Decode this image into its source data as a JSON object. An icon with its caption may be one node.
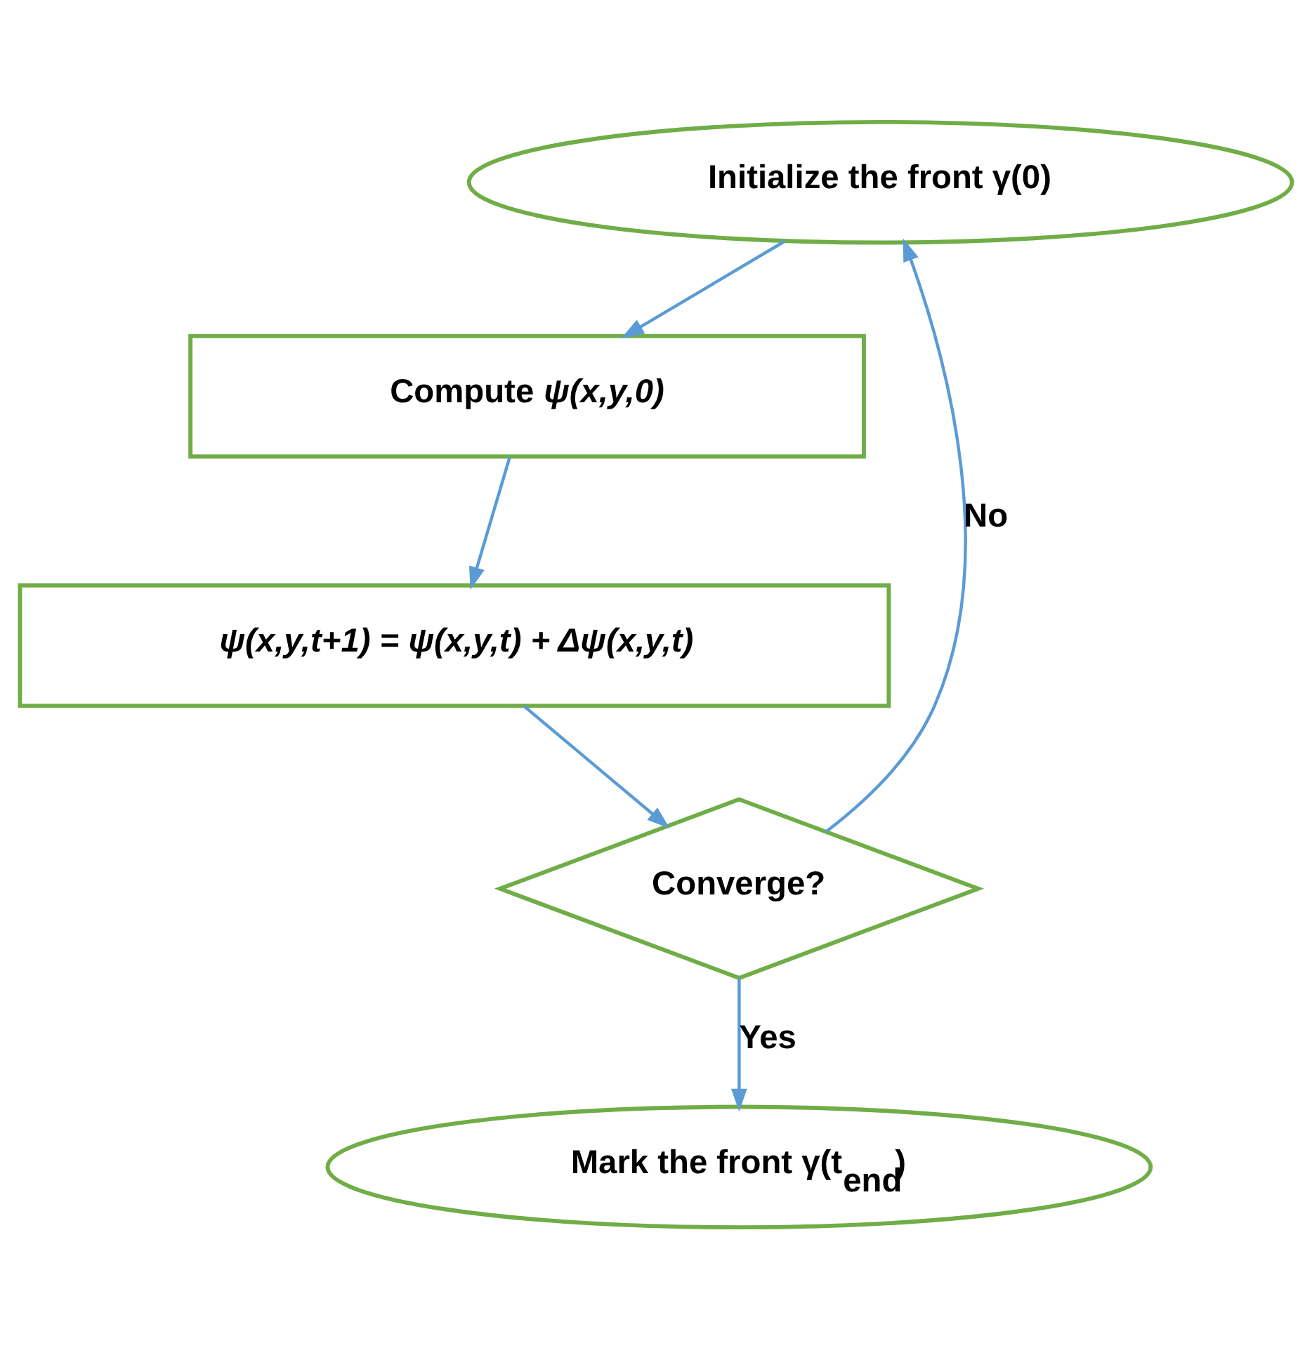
{
  "diagram": {
    "nodes": [
      {
        "text": [
          "Initialize the front γ(0)"
        ]
      },
      {
        "text": [
          "Compute *ψ(x,y,0)*"
        ]
      },
      {
        "text": [
          "ψ(x,y,t+1) = ψ(x,y,t) + Δψ(x,y,t)"
        ]
      },
      {
        "text": [
          "Converge?"
        ]
      },
      {
        "text": [
          "Mark the front γ(t$_{end}$)"
        ]
      }
    ],
    "edges": [
      {
        "from": 0,
        "to": 1,
        "arrow": "to"
      },
      {
        "from": 1,
        "to": 2,
        "arrow": "to"
      },
      {
        "from": 2,
        "to": 3,
        "arrow": "to"
      },
      {
        "from": 3,
        "to": 0,
        "arrow": "to",
        "label": "No"
      },
      {
        "from": 3,
        "to": 4,
        "arrow": "to",
        "label": "Yes"
      }
    ]
  }
}
